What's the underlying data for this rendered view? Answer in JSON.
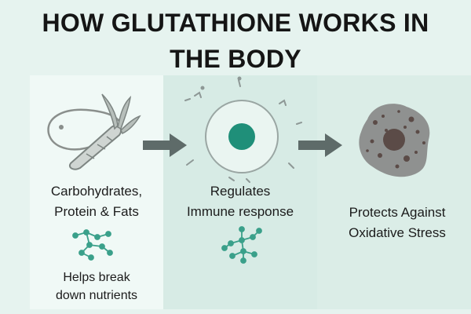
{
  "title": {
    "line1": "HOW GLUTATHIONE WORKS IN",
    "line2": "THE BODY"
  },
  "steps": [
    {
      "line1": "Carbohydrates,",
      "line2": "Protein & Fats",
      "caption_line1": "Helps break",
      "caption_line2": "down nutrients",
      "icon": "food-carrot-fish-icon"
    },
    {
      "line1": "Regulates",
      "line2": "Immune response",
      "icon": "immune-cell-icon"
    },
    {
      "line1": "Protects Against",
      "line2": "Oxidative Stress",
      "icon": "oxidized-cell-icon"
    }
  ],
  "colors": {
    "accent": "#1f8f79",
    "molecule": "#3aa08a",
    "arrow": "#5e6b69",
    "damaged_cell": "#8b8d8c"
  }
}
